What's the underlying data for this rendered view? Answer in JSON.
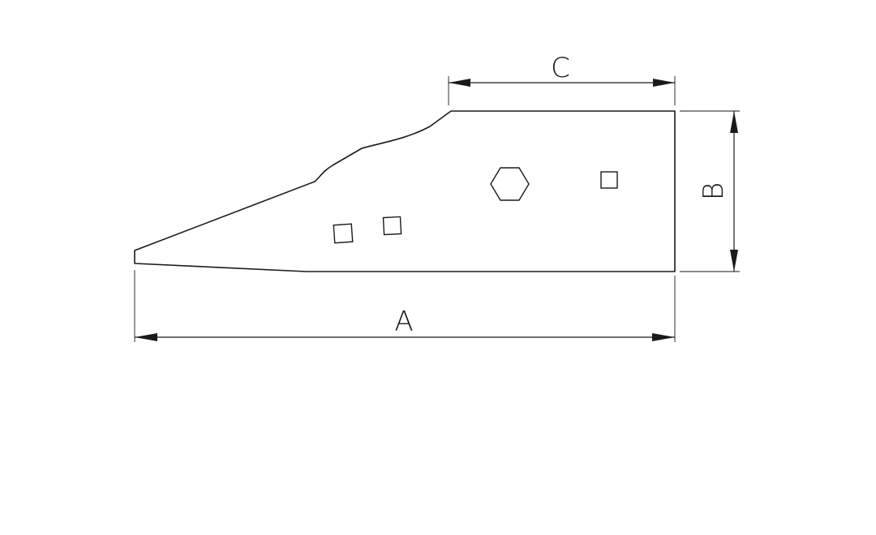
{
  "diagram": {
    "dimensions": {
      "a": "A",
      "b": "B",
      "c": "C"
    },
    "holes": {
      "square_count": 3,
      "hexagon_count": 1
    },
    "colors": {
      "line": "#1a1a1a",
      "background": "#ffffff"
    }
  }
}
